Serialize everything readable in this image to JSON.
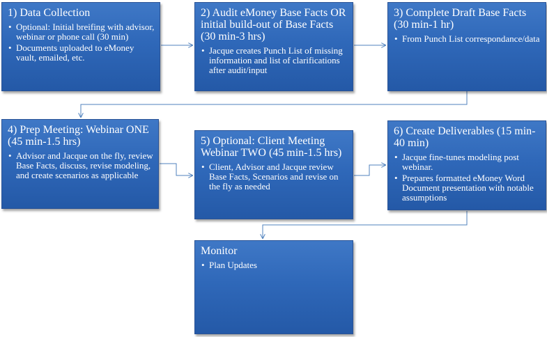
{
  "steps": [
    {
      "title": "1) Data Collection",
      "bullets": [
        "Optional: Initial breifing with advisor, webinar or phone call (30 min)",
        "Documents uploaded to eMoney vault, emailed, etc."
      ]
    },
    {
      "title": "2) Audit eMoney Base Facts OR initial build-out of Base Facts (30 min-3 hrs)",
      "bullets": [
        "Jacque creates Punch List of missing information and list of clarifications after audit/input"
      ]
    },
    {
      "title": "3) Complete Draft Base Facts (30 min-1 hr)",
      "bullets": [
        "From Punch List correspondance/data"
      ]
    },
    {
      "title": "4) Prep Meeting: Webinar ONE (45 min-1.5 hrs)",
      "bullets": [
        "Advisor and Jacque on the fly, review Base Facts, discuss, revise modeling, and create scenarios as applicable"
      ]
    },
    {
      "title": "5) Optional: Client Meeting Webinar TWO (45 min-1.5 hrs)",
      "bullets": [
        "Client, Advisor and Jacque review Base Facts, Scenarios and revise on the fly as needed"
      ]
    },
    {
      "title": "6) Create Deliverables (15 min-40 min)",
      "bullets": [
        "Jacque fine-tunes modeling post webinar.",
        "Prepares formatted eMoney Word Document presentation with notable assumptions"
      ]
    },
    {
      "title": "Monitor",
      "bullets": [
        "Plan Updates"
      ]
    }
  ],
  "colors": {
    "box_fill": "#2f68b9",
    "box_border": "#2a5396",
    "connector": "#4f81bd",
    "text": "#ffffff"
  }
}
